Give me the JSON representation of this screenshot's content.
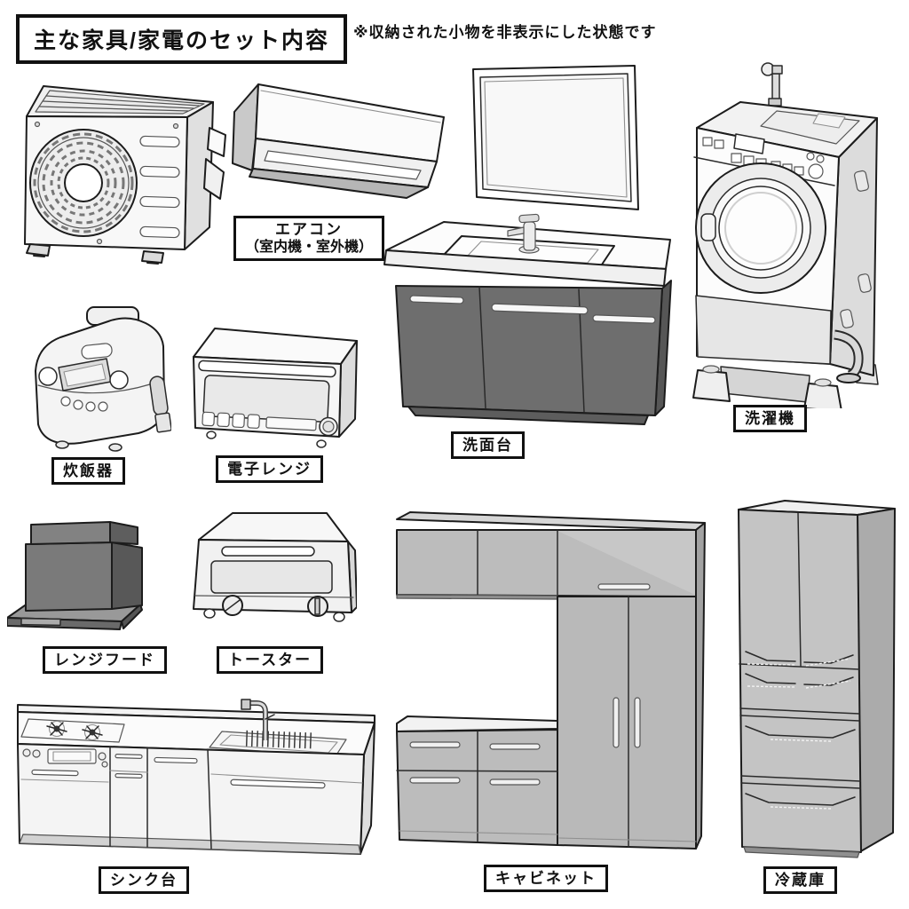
{
  "header": {
    "title": "主な家具/家電のセット内容",
    "note": "※収納された小物を非表示にした状態です"
  },
  "items": [
    {
      "key": "aircon",
      "label_line1": "エアコン",
      "label_line2": "（室内機・室外機）"
    },
    {
      "key": "washstand",
      "label": "洗面台"
    },
    {
      "key": "washing-machine",
      "label": "洗濯機"
    },
    {
      "key": "rice-cooker",
      "label": "炊飯器"
    },
    {
      "key": "microwave",
      "label": "電子レンジ"
    },
    {
      "key": "range-hood",
      "label": "レンジフード"
    },
    {
      "key": "toaster",
      "label": "トースター"
    },
    {
      "key": "sink-counter",
      "label": "シンク台"
    },
    {
      "key": "cabinet",
      "label": "キャビネット"
    },
    {
      "key": "refrigerator",
      "label": "冷蔵庫"
    }
  ],
  "colors": {
    "background": "#ffffff",
    "outline": "#1c1c1c",
    "vanity_body": "#6e6e6e",
    "range_hood_body": "#7a7a7a",
    "cabinet_gray": "#bcbcbc",
    "fridge_gray": "#c4c4c4"
  }
}
